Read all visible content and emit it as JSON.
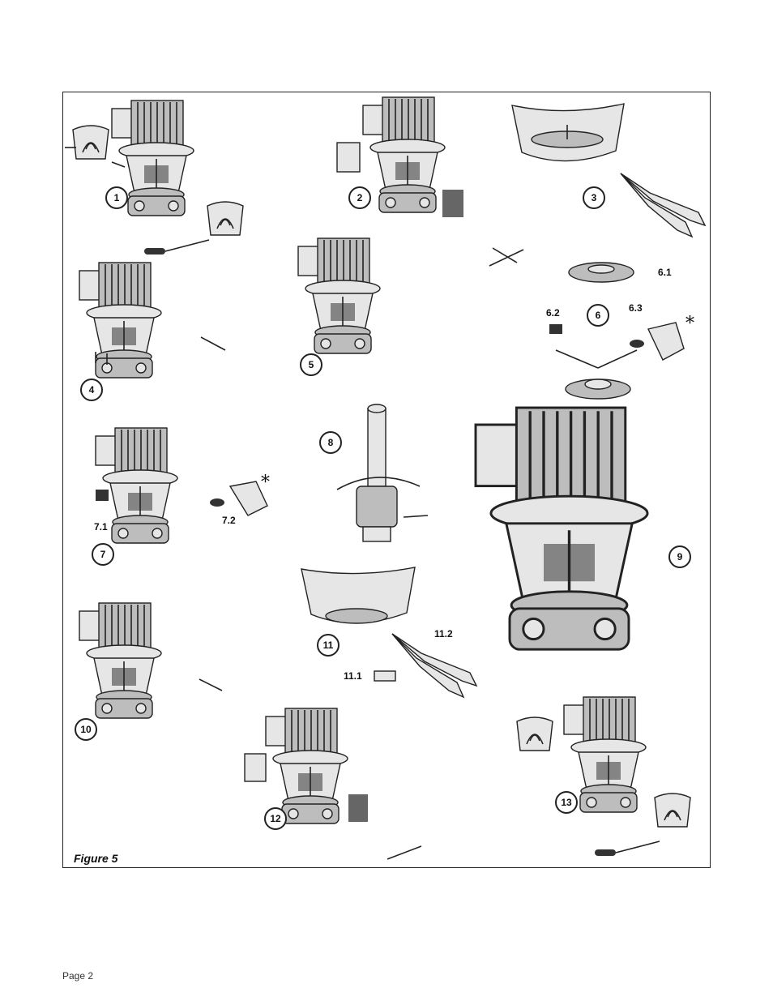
{
  "figure": {
    "caption": "Figure 5"
  },
  "footer": {
    "page_label": "Page 2"
  },
  "steps": [
    {
      "num": "1"
    },
    {
      "num": "2"
    },
    {
      "num": "3"
    },
    {
      "num": "4"
    },
    {
      "num": "5"
    },
    {
      "num": "6"
    },
    {
      "num": "7"
    },
    {
      "num": "8"
    },
    {
      "num": "9"
    },
    {
      "num": "10"
    },
    {
      "num": "11"
    },
    {
      "num": "12"
    },
    {
      "num": "13"
    }
  ],
  "sub_labels": {
    "s6_1": "6.1",
    "s6_2": "6.2",
    "s6_3": "6.3",
    "s7_1": "7.1",
    "s7_2": "7.2",
    "s11_1": "11.1",
    "s11_2": "11.2"
  },
  "symbols": {
    "asterisk": "*"
  },
  "icons": [
    "pump-motor-icon",
    "coupling-guard-icon",
    "screwdriver-icon",
    "pliers-icon",
    "seal-ring-icon",
    "spray-bottle-icon",
    "shaft-seal-icon",
    "t-handle-wrench-icon",
    "arrow-icon"
  ]
}
